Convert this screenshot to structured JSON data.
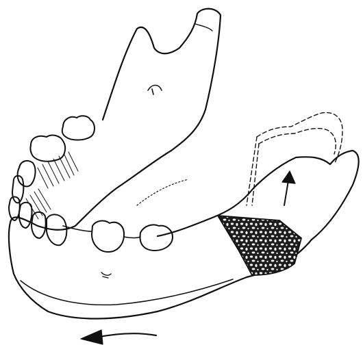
{
  "figure": {
    "subject": "mandible-with-bone-graft",
    "ink_color": "#111111",
    "background_color": "#ffffff",
    "graft_fill_color": "#1c1c1c",
    "graft_cell_color": "#f2f2f2"
  },
  "parts": [
    {
      "id": "ramus",
      "icon": "mandible-ramus-outline"
    },
    {
      "id": "body",
      "icon": "mandible-body-outline"
    },
    {
      "id": "teeth",
      "icon": "tooth-crown-outlines"
    },
    {
      "id": "graft",
      "icon": "cancellous-bone-graft-block"
    },
    {
      "id": "displaced-segment",
      "icon": "dashed-segment-outline"
    }
  ],
  "arrows": [
    {
      "id": "vertical-advancement",
      "icon": "arrow-up-icon"
    },
    {
      "id": "forward-movement",
      "icon": "arrow-left-icon"
    }
  ]
}
